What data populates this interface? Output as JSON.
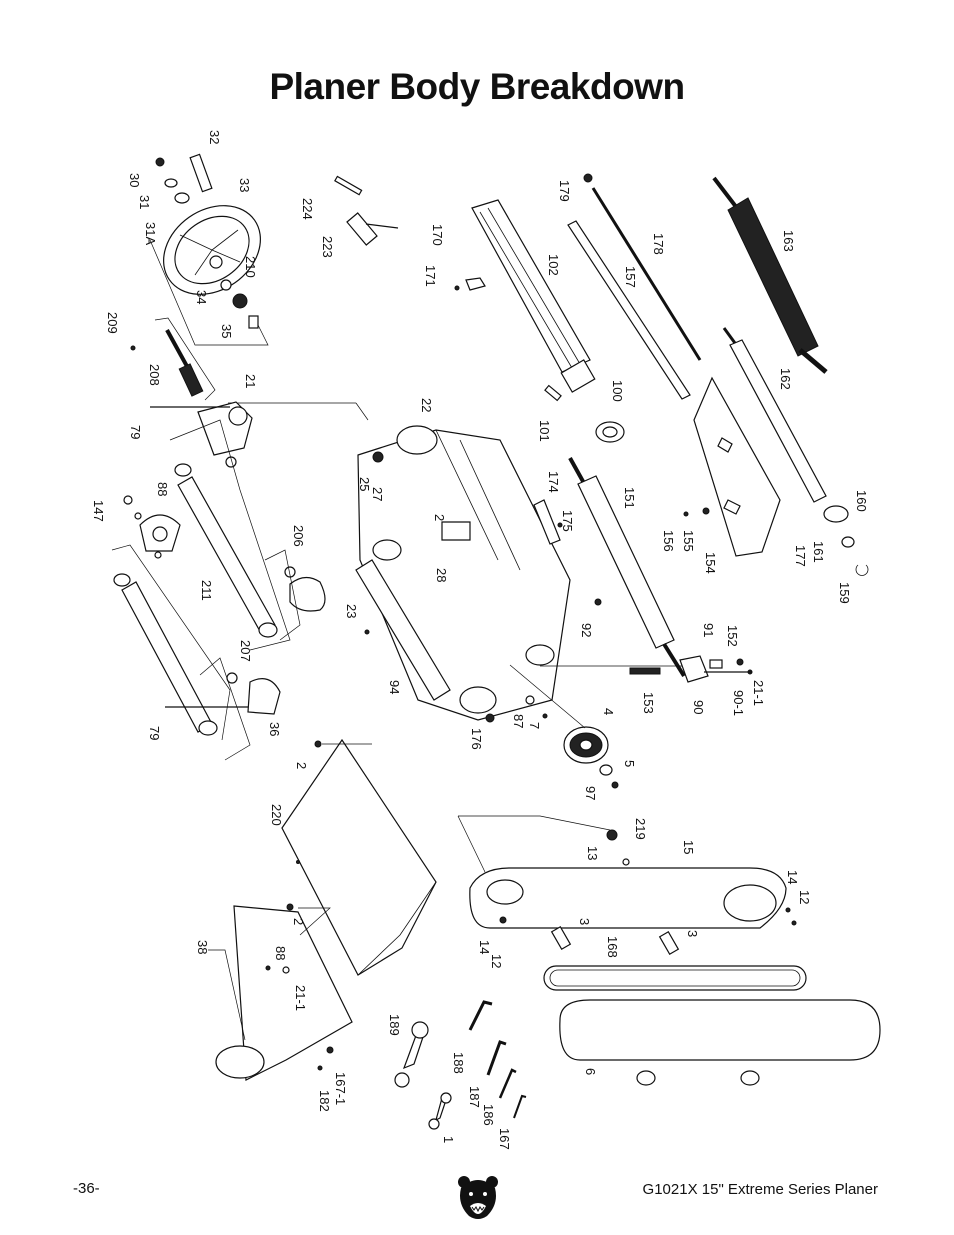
{
  "page": {
    "title": "Planer Body Breakdown",
    "page_number": "-36-",
    "footer": "G1021X 15\" Extreme Series Planer"
  },
  "logo": {
    "icon": "bear-head-icon"
  },
  "part_labels": [
    "32",
    "33",
    "30",
    "31",
    "31A",
    "224",
    "223",
    "170",
    "171",
    "102",
    "179",
    "178",
    "157",
    "163",
    "34",
    "210",
    "35",
    "209",
    "208",
    "21",
    "79",
    "22",
    "25",
    "27",
    "101",
    "100",
    "174",
    "175",
    "151",
    "156",
    "155",
    "154",
    "177",
    "161",
    "162",
    "160",
    "159",
    "147",
    "88",
    "206",
    "2",
    "28",
    "211",
    "207",
    "23",
    "94",
    "92",
    "91",
    "152",
    "153",
    "90",
    "90-1",
    "21-1",
    "36",
    "176",
    "87",
    "7",
    "4",
    "5",
    "97",
    "220",
    "219",
    "13",
    "15",
    "14",
    "12",
    "3",
    "168",
    "38",
    "182",
    "167-1",
    "189",
    "188",
    "187",
    "186",
    "167",
    "1",
    "6"
  ]
}
